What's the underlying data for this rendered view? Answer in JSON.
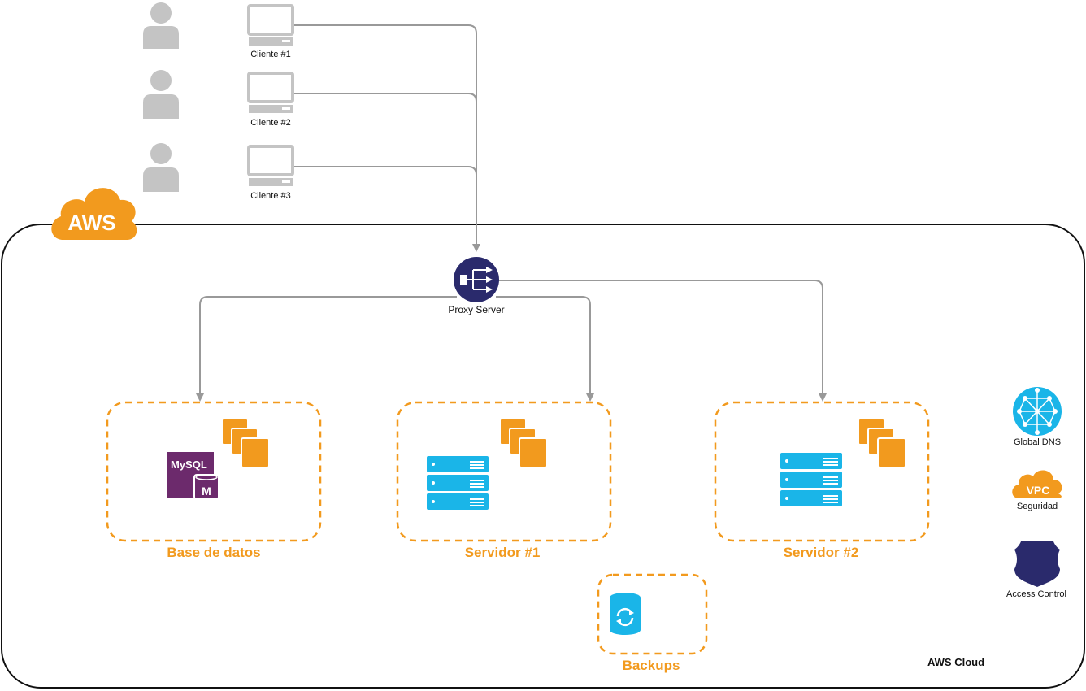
{
  "clients": [
    {
      "label": "Cliente #1"
    },
    {
      "label": "Cliente #2"
    },
    {
      "label": "Cliente #3"
    }
  ],
  "aws_badge": "AWS",
  "proxy": {
    "label": "Proxy Server"
  },
  "groups": {
    "database": {
      "title": "Base de datos",
      "mysql": "MySQL",
      "mysql_badge": "M"
    },
    "server1": {
      "title": "Servidor #1"
    },
    "server2": {
      "title": "Servidor #2"
    },
    "backups": {
      "title": "Backups"
    }
  },
  "side_services": {
    "dns": {
      "label": "Global DNS"
    },
    "vpc": {
      "label": "Seguridad",
      "badge": "VPC"
    },
    "access": {
      "label": "Access Control"
    }
  },
  "cloud_label": "AWS Cloud",
  "colors": {
    "aws_orange": "#f29a1e",
    "server_blue": "#1ab5e8",
    "navy": "#2a2a6c",
    "mysql_purple": "#6c2a6c",
    "client_gray": "#c4c4c4",
    "connector_gray": "#999999"
  }
}
